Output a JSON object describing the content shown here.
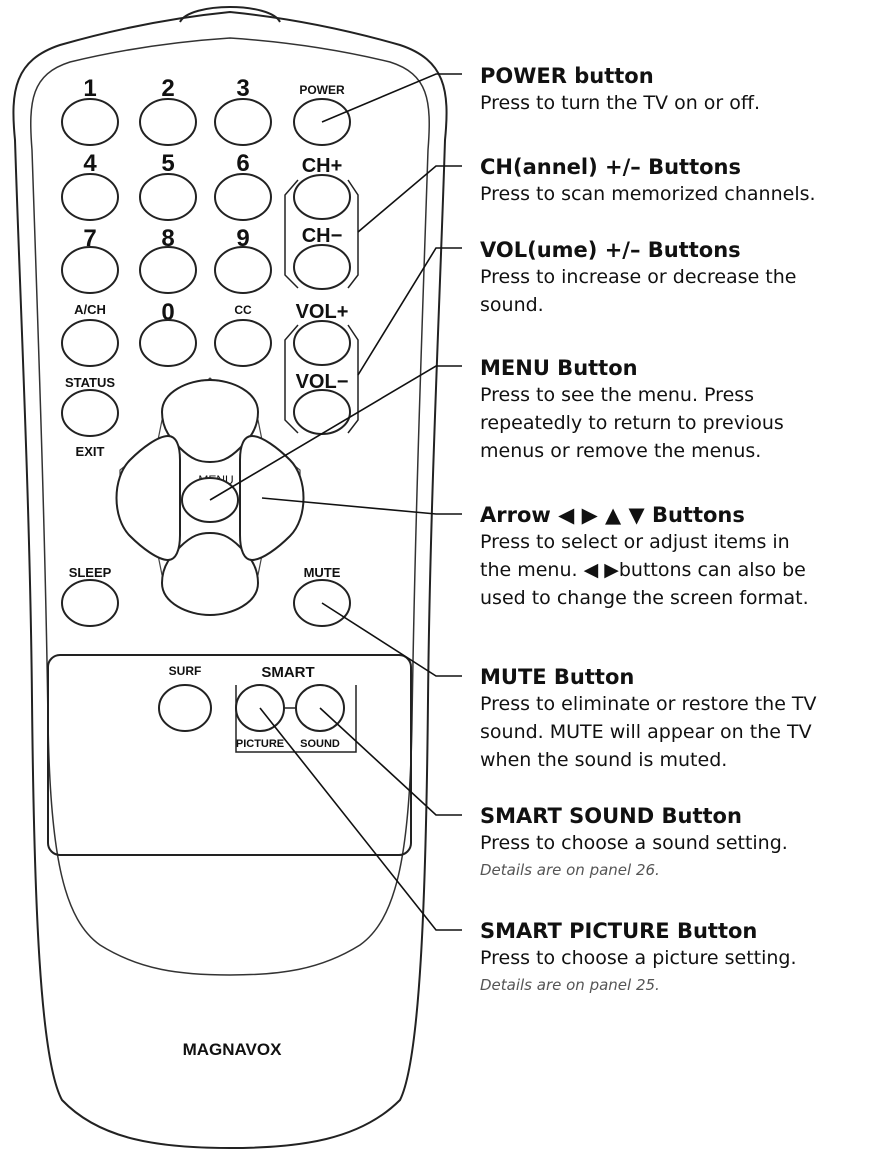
{
  "remote": {
    "brand": "MAGNAVOX",
    "numbers": [
      "1",
      "2",
      "3",
      "4",
      "5",
      "6",
      "7",
      "8",
      "9",
      "0"
    ],
    "labels": {
      "power": "POWER",
      "ch_plus": "CH+",
      "ch_minus": "CH−",
      "ach": "A/CH",
      "cc": "CC",
      "vol_plus": "VOL+",
      "vol_minus": "VOL−",
      "status": "STATUS",
      "exit": "EXIT",
      "menu": "MENU",
      "sleep": "SLEEP",
      "mute": "MUTE",
      "surf": "SURF",
      "smart": "SMART",
      "picture": "PICTURE",
      "sound": "SOUND"
    }
  },
  "callouts": [
    {
      "title": "POWER button",
      "lines": [
        "Press to turn the TV on or off."
      ]
    },
    {
      "title": "CH(annel) +/– Buttons",
      "lines": [
        "Press to scan memorized channels."
      ]
    },
    {
      "title": "VOL(ume) +/– Buttons",
      "lines": [
        "Press to increase or decrease the",
        "sound."
      ]
    },
    {
      "title": "MENU Button",
      "lines": [
        "Press to see the menu.  Press",
        "repeatedly to return to previous",
        "menus or remove the menus."
      ]
    },
    {
      "title": "Arrow ◀ ▶ ▲ ▼ Buttons",
      "lines": [
        "Press to select or adjust items in",
        "the menu.  ◀ ▶buttons can also be",
        "used to change the screen format."
      ]
    },
    {
      "title": "MUTE Button",
      "lines": [
        "Press to eliminate or restore the TV",
        "sound.  MUTE will appear on the TV",
        "when the sound is muted."
      ]
    },
    {
      "title": "SMART SOUND Button",
      "lines": [
        "Press to choose a sound setting."
      ],
      "ref": "Details are on panel 26."
    },
    {
      "title": "SMART PICTURE Button",
      "lines": [
        "Press to choose a picture setting."
      ],
      "ref": "Details are on panel 25."
    }
  ]
}
